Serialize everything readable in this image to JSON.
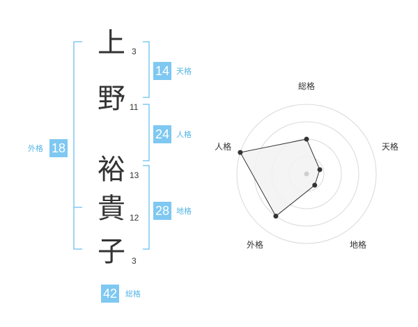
{
  "name": {
    "characters": [
      {
        "char": "上",
        "strokes": "3"
      },
      {
        "char": "野",
        "strokes": "11"
      },
      {
        "char": "裕",
        "strokes": "13"
      },
      {
        "char": "貴",
        "strokes": "12"
      },
      {
        "char": "子",
        "strokes": "3"
      }
    ]
  },
  "kaku": {
    "tenkaku": {
      "value": "14",
      "label": "天格"
    },
    "jinkaku": {
      "value": "24",
      "label": "人格"
    },
    "chikaku": {
      "value": "28",
      "label": "地格"
    },
    "gaikaku": {
      "value": "18",
      "label": "外格"
    },
    "soukaku": {
      "value": "42",
      "label": "総格"
    }
  },
  "colors": {
    "accent": "#7ec8f2",
    "accent_text": "#55b4e4",
    "text": "#333333",
    "grid": "#d9d9d9",
    "polygon_fill": "#f2f2f2",
    "polygon_stroke": "#333333"
  },
  "chart_data": {
    "type": "radar",
    "axes": [
      "総格",
      "天格",
      "地格",
      "外格",
      "人格"
    ],
    "values": [
      0.5,
      0.2,
      0.2,
      0.75,
      1.0
    ],
    "rings": 4,
    "range": [
      0,
      1
    ]
  }
}
